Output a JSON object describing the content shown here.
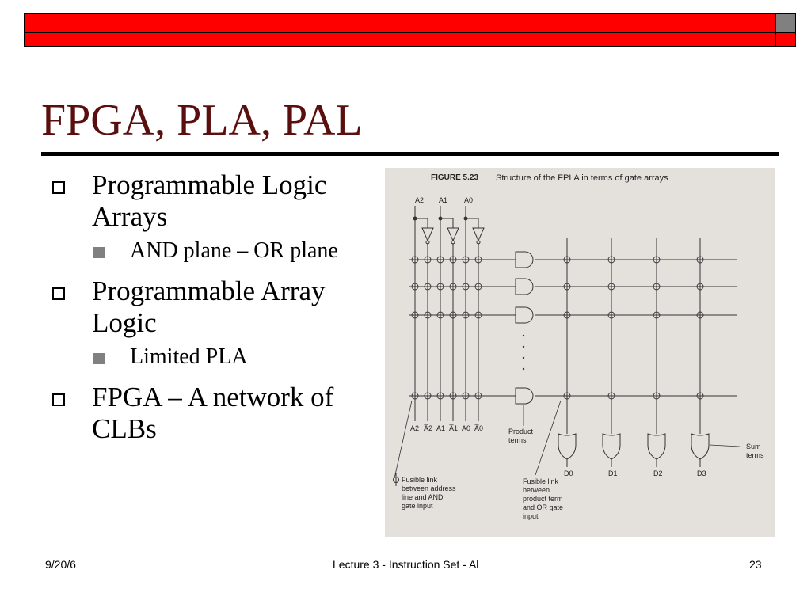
{
  "slide": {
    "title": "FPGA, PLA, PAL",
    "colors": {
      "bar": "#ff0000",
      "square": "#808080",
      "title": "#5a0f0f"
    }
  },
  "bullets": [
    {
      "text": "Programmable Logic Arrays",
      "children": [
        "AND plane – OR plane"
      ]
    },
    {
      "text": "Programmable Array Logic",
      "children": [
        "Limited PLA"
      ]
    },
    {
      "text": "FPGA – A network of CLBs",
      "children": []
    }
  ],
  "figure": {
    "label": "FIGURE 5.23",
    "caption": "Structure of the FPLA in terms of gate arrays",
    "inputs_top": [
      "A2",
      "A1",
      "A0"
    ],
    "inputs_bottom": [
      "A2",
      "A̅2",
      "A1",
      "A̅1",
      "A0",
      "A̅0"
    ],
    "outputs": [
      "D0",
      "D1",
      "D2",
      "D3"
    ],
    "annotations": {
      "product_terms": [
        "Product",
        "terms"
      ],
      "sum_terms": [
        "Sum",
        "terms"
      ],
      "fusible_and": [
        "Fusible link",
        "between address",
        "line and AND",
        "gate input"
      ],
      "fusible_or": [
        "Fusible link",
        "between",
        "product term",
        "and OR gate",
        "input"
      ]
    }
  },
  "footer": {
    "date": "9/20/6",
    "center": "Lecture 3 - Instruction Set - Al",
    "page": "23"
  }
}
